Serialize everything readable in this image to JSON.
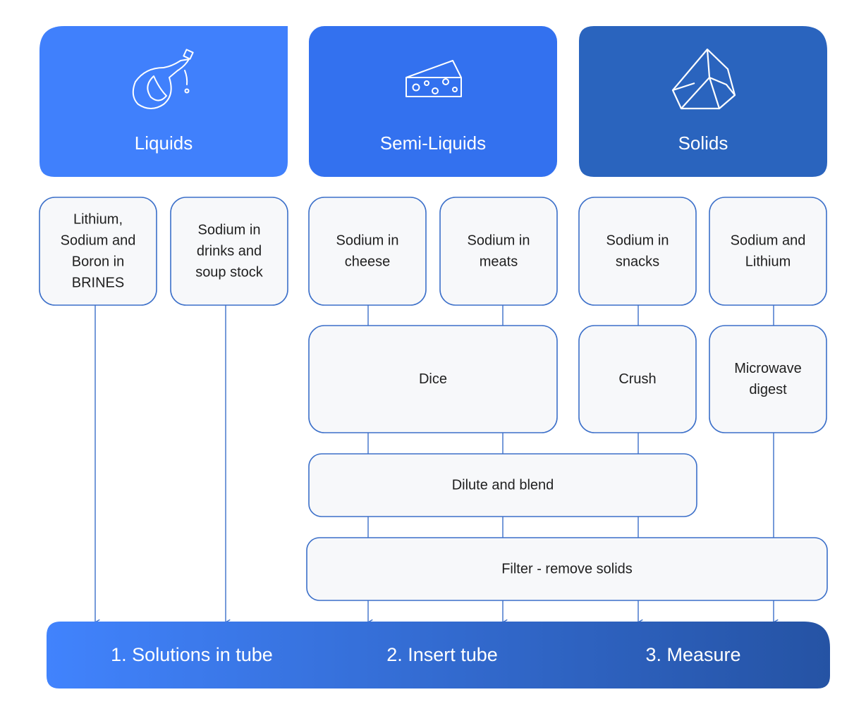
{
  "categories": [
    {
      "label": "Liquids",
      "icon": "flask-icon",
      "color": "#4080fc"
    },
    {
      "label": "Semi-Liquids",
      "icon": "cheese-icon",
      "color": "#3371ef"
    },
    {
      "label": "Solids",
      "icon": "crystal-icon",
      "color": "#2a64be"
    }
  ],
  "samples": [
    {
      "lines": [
        "Lithium,",
        "Sodium and",
        "Boron in",
        "BRINES"
      ]
    },
    {
      "lines": [
        "Sodium in",
        "drinks and",
        "soup stock"
      ]
    },
    {
      "lines": [
        "Sodium in",
        "cheese"
      ]
    },
    {
      "lines": [
        "Sodium in",
        "meats"
      ]
    },
    {
      "lines": [
        "Sodium in",
        "snacks"
      ]
    },
    {
      "lines": [
        "Sodium and",
        "Lithium"
      ]
    }
  ],
  "processes": {
    "dice": {
      "lines": [
        "Dice"
      ]
    },
    "crush": {
      "lines": [
        "Crush"
      ]
    },
    "microwave": {
      "lines": [
        "Microwave",
        "digest"
      ]
    },
    "dilute": {
      "lines": [
        "Dilute and blend"
      ]
    },
    "filter": {
      "lines": [
        "Filter - remove solids"
      ]
    }
  },
  "steps": [
    {
      "label": "1. Solutions in tube"
    },
    {
      "label": "2. Insert tube"
    },
    {
      "label": "3. Measure"
    }
  ],
  "colors": {
    "box_fill": "#f7f8fa",
    "box_stroke": "#3b6fc9",
    "connector": "#3b6fc9",
    "text": "#1f1f1f",
    "banner_start": "#4183fd",
    "banner_end": "#2553a4"
  }
}
